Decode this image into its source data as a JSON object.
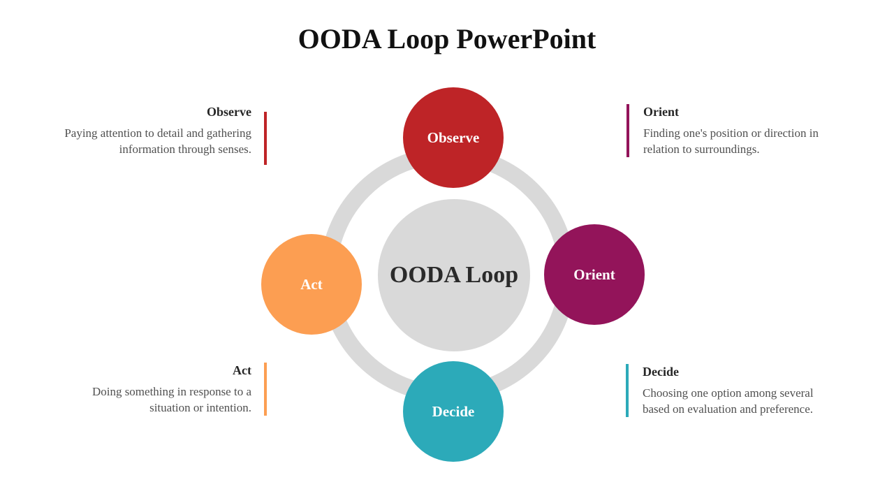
{
  "title": "OODA Loop PowerPoint",
  "diagram": {
    "center_label": "OODA Loop",
    "ring_color": "#d9d9d9",
    "nodes": {
      "observe": {
        "label": "Observe",
        "color": "#be2427"
      },
      "orient": {
        "label": "Orient",
        "color": "#93145a"
      },
      "decide": {
        "label": "Decide",
        "color": "#2caab9"
      },
      "act": {
        "label": "Act",
        "color": "#fc9e52"
      }
    }
  },
  "cards": {
    "observe": {
      "heading": "Observe",
      "description": "Paying attention to detail and gathering information through senses."
    },
    "orient": {
      "heading": "Orient",
      "description": "Finding one's position or direction in relation to surroundings."
    },
    "decide": {
      "heading": "Decide",
      "description": "Choosing one option among several based on evaluation and preference."
    },
    "act": {
      "heading": "Act",
      "description": "Doing something in response to a situation or intention."
    }
  }
}
